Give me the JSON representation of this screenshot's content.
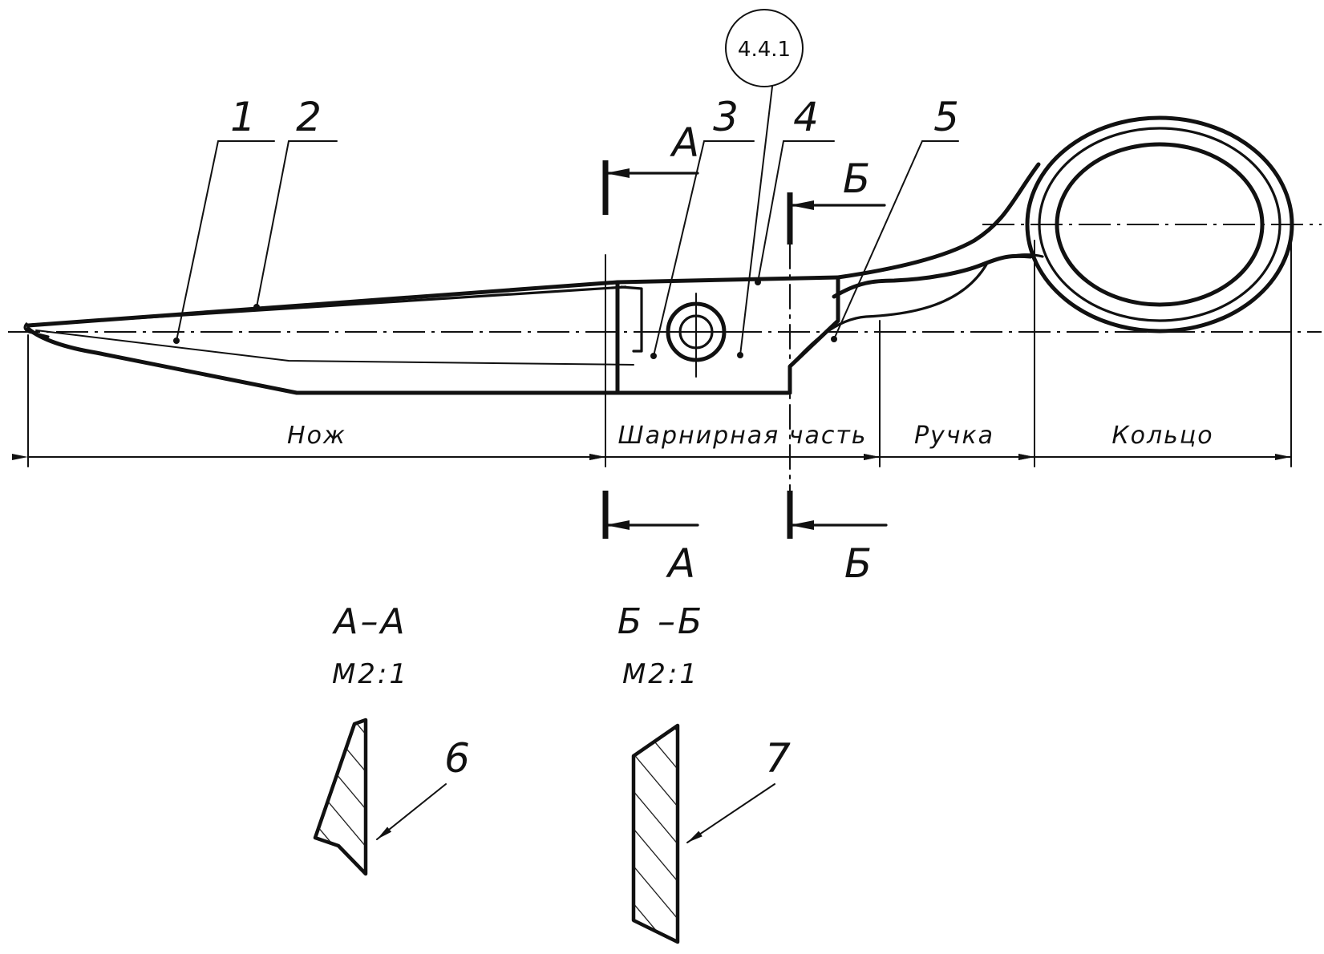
{
  "reference_circle": "4.4.1",
  "part_numbers": [
    "1",
    "2",
    "3",
    "4",
    "5",
    "6",
    "7"
  ],
  "section_letters": {
    "a": "А",
    "b": "Б"
  },
  "zones": {
    "blade": "Нож",
    "hinge": "Шарнирная часть",
    "handle": "Ручка",
    "ring": "Кольцо"
  },
  "sections": [
    {
      "title": "А–А",
      "scale": "М2:1"
    },
    {
      "title": "Б –Б",
      "scale": "М2:1"
    }
  ]
}
